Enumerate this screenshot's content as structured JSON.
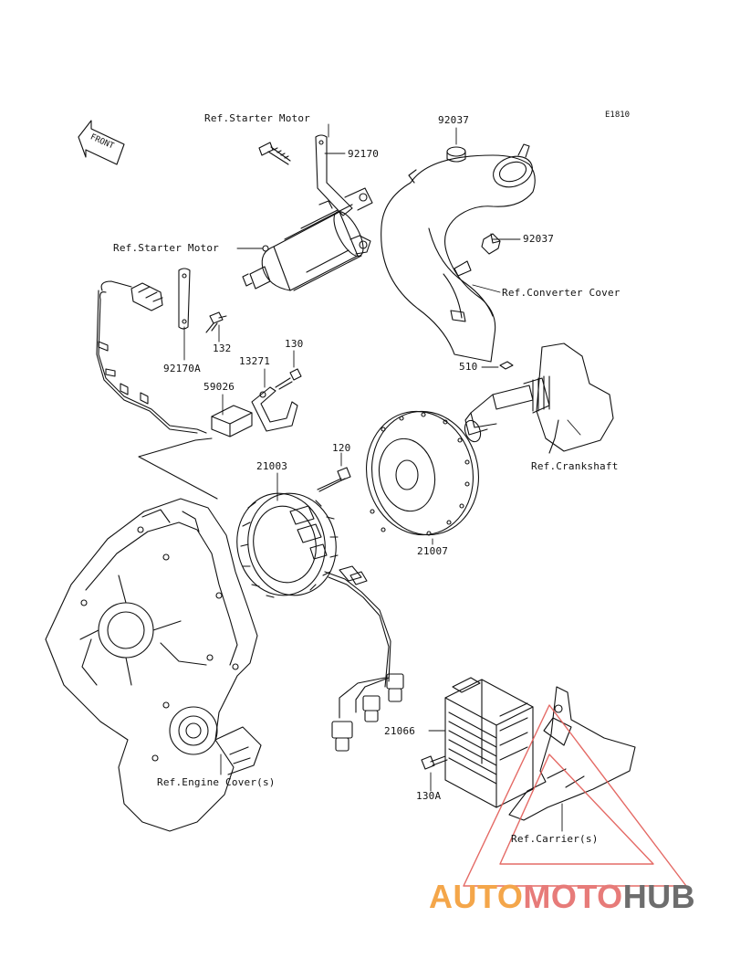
{
  "diagram": {
    "code": "E1810",
    "front_label": "FRONT",
    "labels": {
      "ref_starter_motor_top": "Ref.Starter Motor",
      "ref_starter_motor_mid": "Ref.Starter Motor",
      "p92170": "92170",
      "p92037_top": "92037",
      "p92037_mid": "92037",
      "ref_converter_cover": "Ref.Converter Cover",
      "p92170a": "92170A",
      "p132": "132",
      "p130": "130",
      "p13271": "13271",
      "p59026": "59026",
      "p510": "510",
      "ref_crankshaft": "Ref.Crankshaft",
      "p120": "120",
      "p21003": "21003",
      "p21007": "21007",
      "p21066": "21066",
      "p130a": "130A",
      "ref_engine_cover": "Ref.Engine Cover(s)",
      "ref_carrier": "Ref.Carrier(s)"
    }
  },
  "watermark": {
    "part1": "AUTO",
    "part2": "MOTO",
    "part3": "HUB",
    "colors": {
      "part1": "#f4a64a",
      "part2": "#e77b79",
      "part3": "#6d6d6d",
      "triangle": "#e25a55"
    }
  }
}
